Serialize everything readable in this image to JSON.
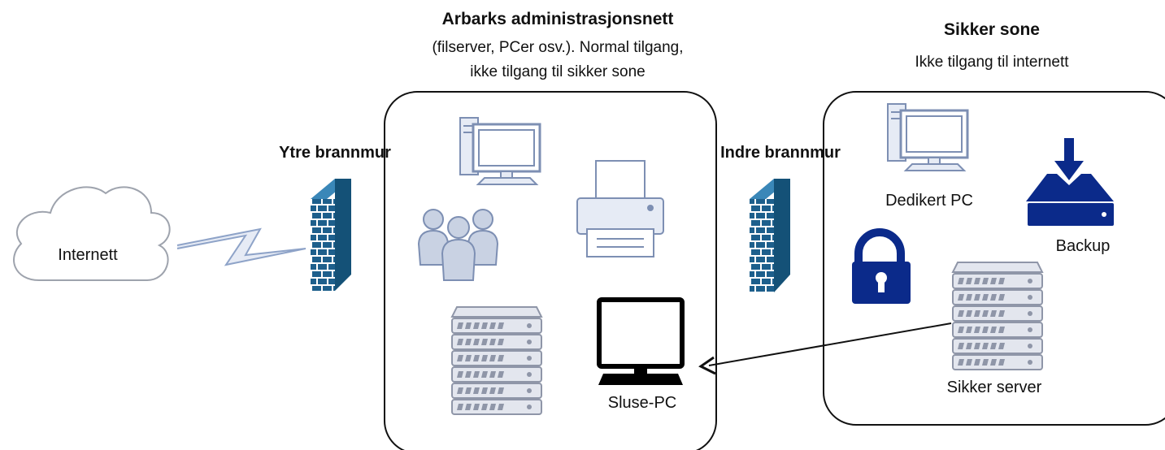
{
  "zones": {
    "admin": {
      "title": "Arbarks administrasjonsnett",
      "subtitle_line1": "(filserver, PCer osv.). Normal tilgang,",
      "subtitle_line2": "ikke tilgang til sikker sone"
    },
    "secure": {
      "title": "Sikker sone",
      "subtitle": "Ikke tilgang til internett"
    }
  },
  "nodes": {
    "internet": "Internett",
    "outer_firewall": "Ytre brannmur",
    "inner_firewall": "Indre brannmur",
    "sluse_pc": "Sluse-PC",
    "dedicated_pc": "Dedikert PC",
    "backup": "Backup",
    "secure_server": "Sikker server"
  },
  "icons": {
    "admin_zone": [
      "desktop-pc-icon",
      "users-group-icon",
      "printer-icon",
      "server-rack-icon",
      "monitor-icon"
    ],
    "secure_zone": [
      "desktop-pc-icon",
      "backup-drive-icon",
      "lock-icon",
      "server-rack-icon"
    ],
    "perimeter": [
      "cloud-icon",
      "lightning-link-icon",
      "firewall-icon"
    ]
  },
  "colors": {
    "firewall": "#1d5f8c",
    "device_outline": "#7d8fb3",
    "device_fill": "#e6ebf5",
    "server_dark": "#8f96a8",
    "backup_lock": "#0b2a8a",
    "link": "#8ea3c8",
    "outline": "#111111"
  }
}
